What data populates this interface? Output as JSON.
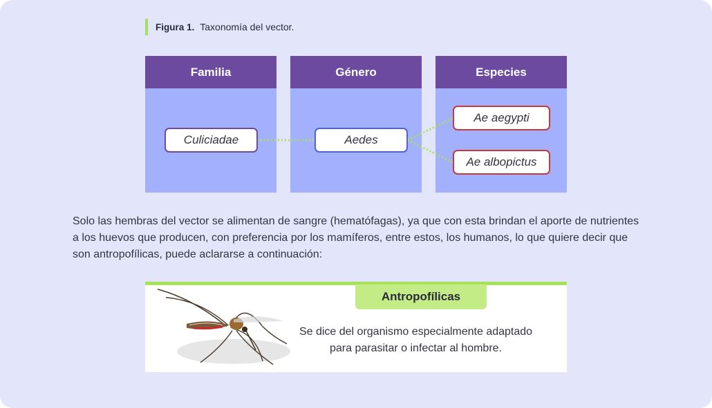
{
  "figure": {
    "label": "Figura 1.",
    "caption": "Taxonomía del vector."
  },
  "taxonomy": {
    "columns": [
      {
        "header": "Familia"
      },
      {
        "header": "Género"
      },
      {
        "header": "Especies"
      }
    ],
    "familia": "Culiciadae",
    "genero": "Aedes",
    "especies": [
      "Ae aegypti",
      "Ae albopictus"
    ]
  },
  "paragraph": "Solo las hembras del vector se alimentan de sangre (hematófagas), ya que con esta brindan el aporte de nutrientes a los huevos que producen, con preferencia por los mamíferos, entre estos, los humanos, lo que quiere decir que son antropofílicas, puede aclararse a continuación:",
  "info": {
    "title": "Antropofílicas",
    "description": "Se dice del organismo especialmente adaptado para parasitar o infectar al hombre.",
    "image": "mosquito-illustration"
  },
  "colors": {
    "background": "#e3e6fb",
    "header_purple": "#6b4aa0",
    "column_blue": "#a3b0fc",
    "accent_green": "#a6e15a",
    "tag_green": "#c3ec86",
    "species_red": "#c43a3a"
  }
}
